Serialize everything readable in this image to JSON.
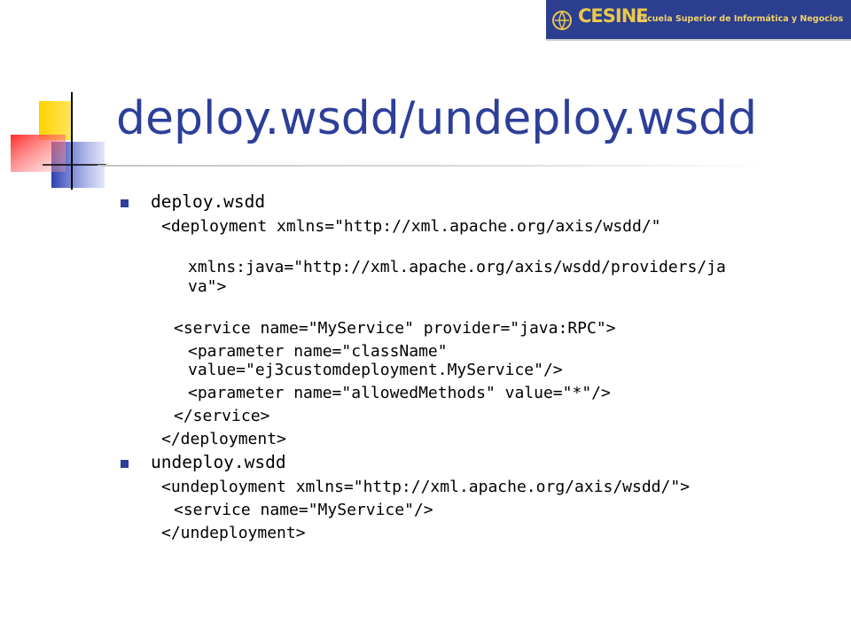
{
  "logo": {
    "brand": "CESINE",
    "tagline": "Escuela Superior de Informática y Negocios",
    "colors": {
      "background": "#2b3e8f",
      "text": "#e9c84a"
    }
  },
  "slide": {
    "title": "deploy.wsdd/undeploy.wsdd",
    "sections": [
      {
        "heading": "deploy.wsdd",
        "lines": [
          "<deployment xmlns=\"http://xml.apache.org/axis/wsdd/\"",
          "xmlns:java=\"http://xml.apache.org/axis/wsdd/providers/ja",
          "va\">",
          "<service name=\"MyService\" provider=\"java:RPC\">",
          "<parameter name=\"className\"",
          "value=\"ej3customdeployment.MyService\"/>",
          "<parameter name=\"allowedMethods\" value=\"*\"/>",
          "</service>",
          "</deployment>"
        ]
      },
      {
        "heading": "undeploy.wsdd",
        "lines": [
          "<undeployment xmlns=\"http://xml.apache.org/axis/wsdd/\">",
          "<service name=\"MyService\"/>",
          "</undeployment>"
        ]
      }
    ]
  },
  "colors": {
    "title": "#2d3f99",
    "bullet": "#2d3f99",
    "accent_yellow": "#ffd200",
    "accent_red": "#ff3b3b"
  }
}
